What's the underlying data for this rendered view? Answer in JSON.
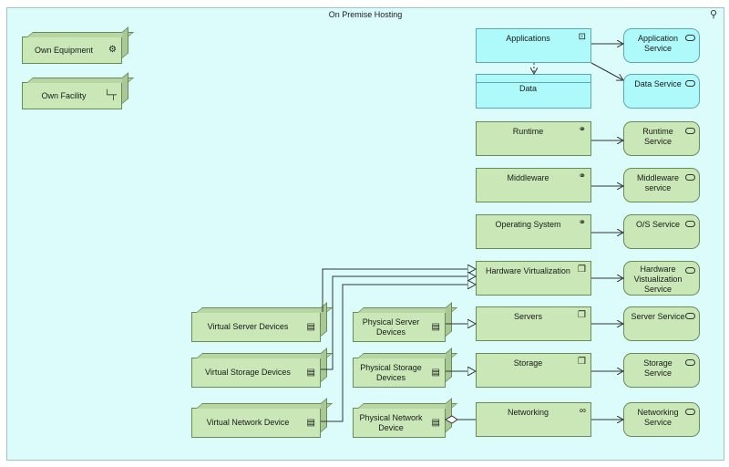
{
  "group": {
    "title": "On Premise Hosting",
    "icon": "location-pin-icon"
  },
  "facility": {
    "own_equipment": "Own Equipment",
    "own_facility": "Own Facility"
  },
  "application": {
    "applications": "Applications",
    "data": "Data",
    "application_service": "Application Service",
    "data_service": "Data Service"
  },
  "system_software": {
    "runtime": "Runtime",
    "middleware": "Middleware",
    "operating_system": "Operating System"
  },
  "tech_services": {
    "runtime_service": "Runtime Service",
    "middleware_service": "Middleware service",
    "os_service": "O/S Service",
    "hw_virtualization_service": "Hardware Vistualization Service",
    "server_service": "Server Service",
    "storage_service": "Storage Service",
    "networking_service": "Networking Service"
  },
  "infrastructure": {
    "hardware_virtualization": "Hardware Virtualization",
    "servers": "Servers",
    "storage": "Storage",
    "networking": "Networking"
  },
  "devices": {
    "virtual_server": "Virtual Server Devices",
    "virtual_storage": "Virtual Storage Devices",
    "virtual_network": "Virtual Network Device",
    "physical_server": "Physical Server Devices",
    "physical_storage": "Physical Storage Devices",
    "physical_network": "Physical Network Device"
  },
  "colors": {
    "group_fill": "#dcfcfc",
    "technology_fill": "#c9e7b7",
    "application_fill": "#aefafa"
  }
}
